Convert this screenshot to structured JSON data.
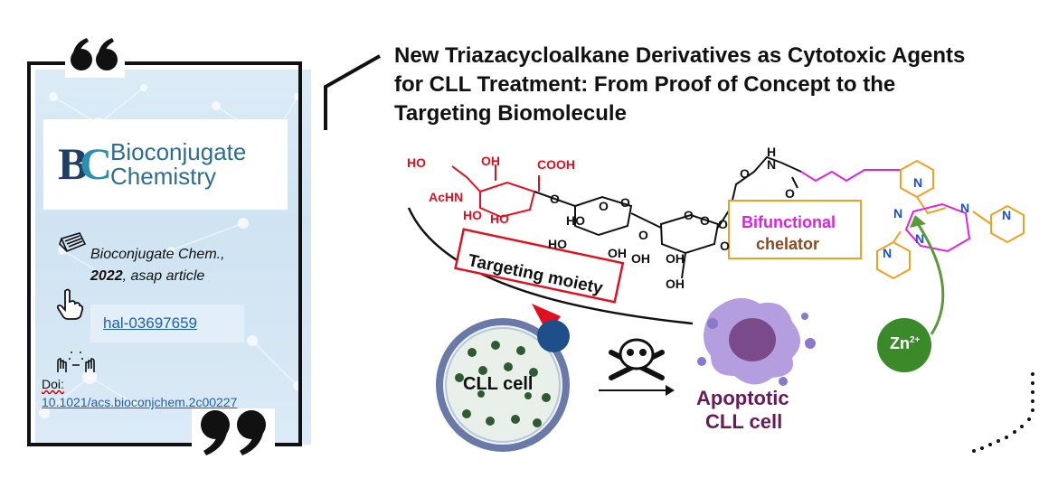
{
  "title": {
    "line1": "New Triazacycloalkane Derivatives as Cytotoxic Agents",
    "line2": "for CLL Treatment: From Proof of Concept to the",
    "line3": "Targeting Biomolecule"
  },
  "card": {
    "journal_logo_mark": "BC",
    "journal_logo_line1": "Bioconjugate",
    "journal_logo_line2": "Chemistry",
    "citation_journal": "Bioconjugate Chem.,",
    "citation_year": "2022",
    "citation_status": ", asap article",
    "hal_id": "hal-03697659",
    "doi_label": "Doi:",
    "doi_value": "10.1021/acs.bioconjchem.2c00227"
  },
  "abstract": {
    "targeting_label": "Targeting moiety",
    "chelator_label_1": "Bifunctional",
    "chelator_label_2": "chelator",
    "cell_label": "CLL cell",
    "apoptotic_label_1": "Apoptotic",
    "apoptotic_label_2": "CLL cell",
    "zinc_label": "Zn",
    "zinc_charge": "2+",
    "chem": {
      "ho1": "HO",
      "oh1": "OH",
      "cooh": "COOH",
      "achn": "AcHN",
      "ho2": "HO",
      "ho3": "HO",
      "o1": "O",
      "ho4": "HO",
      "o2": "O",
      "oh2": "OH",
      "ho5": "HO",
      "o3": "O",
      "oh3": "OH",
      "o4": "O",
      "oh4": "OH",
      "o5": "O",
      "o6": "O",
      "o7": "O",
      "h": "H",
      "n1": "N",
      "o8": "O",
      "n2": "N",
      "n3": "N",
      "n4": "N",
      "n5": "N",
      "n6": "N",
      "n7": "N",
      "o9": "O",
      "o10": "O",
      "oh5": "OH"
    }
  },
  "colors": {
    "red": "#e01020",
    "magenta": "#e020e0",
    "orange": "#f0a020",
    "blue": "#1a4fd0",
    "green_zn": "#3a8a2a",
    "link": "#1f5fae"
  }
}
